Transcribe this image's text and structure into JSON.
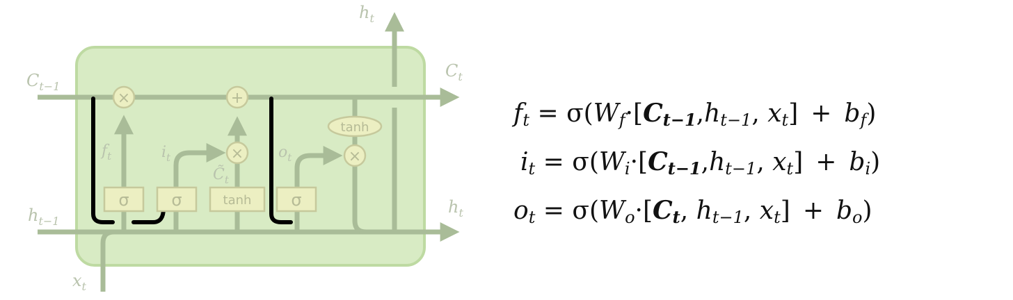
{
  "colors": {
    "cell_fill": "#d8ebc4",
    "cell_border": "#bedaa2",
    "line": "#a9bc98",
    "gate_fill": "#ecefc2",
    "gate_border": "#c6c99c",
    "peephole": "#000000",
    "equation_text": "#111111"
  },
  "diagram": {
    "labels": {
      "c_prev_base": "C",
      "c_prev_sub": "t−1",
      "h_prev_base": "h",
      "h_prev_sub": "t−1",
      "c_next_base": "C",
      "c_next_sub": "t",
      "h_next_base": "h",
      "h_next_sub": "t",
      "h_top_base": "h",
      "h_top_sub": "t",
      "x_base": "x",
      "x_sub": "t",
      "f_base": "f",
      "f_sub": "t",
      "i_base": "i",
      "i_sub": "t",
      "o_base": "o",
      "o_sub": "t",
      "ctilde_base": "C̃",
      "ctilde_sub": "t"
    },
    "gates": {
      "forget_sigma": "σ",
      "input_sigma": "σ",
      "candidate_tanh": "tanh",
      "output_sigma": "σ",
      "output_tanh": "tanh"
    },
    "ops": {
      "forget_multiply": "×",
      "add": "+",
      "input_multiply": "×",
      "output_multiply": "×"
    }
  },
  "equations": [
    {
      "lhs": "f",
      "lhs_sub": "t",
      "eq": "=",
      "func": "σ",
      "open": "(",
      "w": "W",
      "w_sub": "f",
      "dot": "·",
      "bopen": "[",
      "c": "C",
      "c_sub": "t−1",
      "comma1": ",",
      "h": "h",
      "h_sub": "t−1",
      "comma2": ",",
      "x": "x",
      "x_sub": "t",
      "bclose": "]",
      "plus": "+",
      "b": "b",
      "b_sub": "f",
      "close": ")"
    },
    {
      "lhs": "i",
      "lhs_sub": "t",
      "eq": "=",
      "func": "σ",
      "open": "(",
      "w": "W",
      "w_sub": "i",
      "dot": "·",
      "bopen": "[",
      "c": "C",
      "c_sub": "t−1",
      "comma1": ",",
      "h": "h",
      "h_sub": "t−1",
      "comma2": ",",
      "x": "x",
      "x_sub": "t",
      "bclose": "]",
      "plus": "+",
      "b": "b",
      "b_sub": "i",
      "close": ")"
    },
    {
      "lhs": "o",
      "lhs_sub": "t",
      "eq": "=",
      "func": "σ",
      "open": "(",
      "w": "W",
      "w_sub": "o",
      "dot": "·",
      "bopen": "[",
      "c": "C",
      "c_sub": "t",
      "comma1": ",",
      "h": "h",
      "h_sub": "t−1",
      "comma2": ",",
      "x": "x",
      "x_sub": "t",
      "bclose": "]",
      "plus": "+",
      "b": "b",
      "b_sub": "o",
      "close": ")"
    }
  ]
}
